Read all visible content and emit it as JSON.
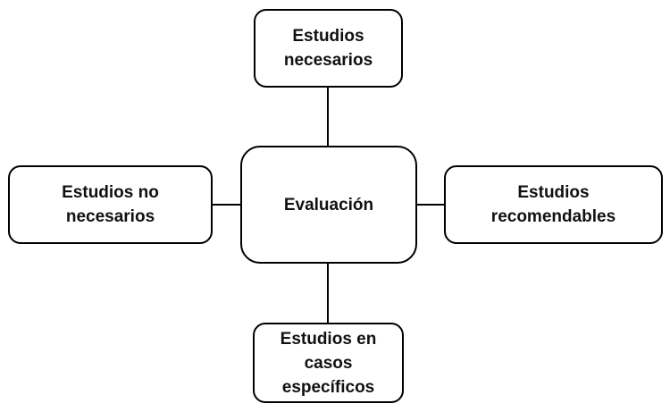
{
  "diagram": {
    "center": {
      "label": "Evaluación"
    },
    "top": {
      "label": "Estudios\nnecesarios"
    },
    "left": {
      "label": "Estudios no\nnecesarios"
    },
    "right": {
      "label": "Estudios\nrecomendables"
    },
    "bottom": {
      "label": "Estudios en\ncasos\nespecíficos"
    }
  },
  "colors": {
    "border": "#000000",
    "text": "#111111",
    "background": "#ffffff"
  }
}
